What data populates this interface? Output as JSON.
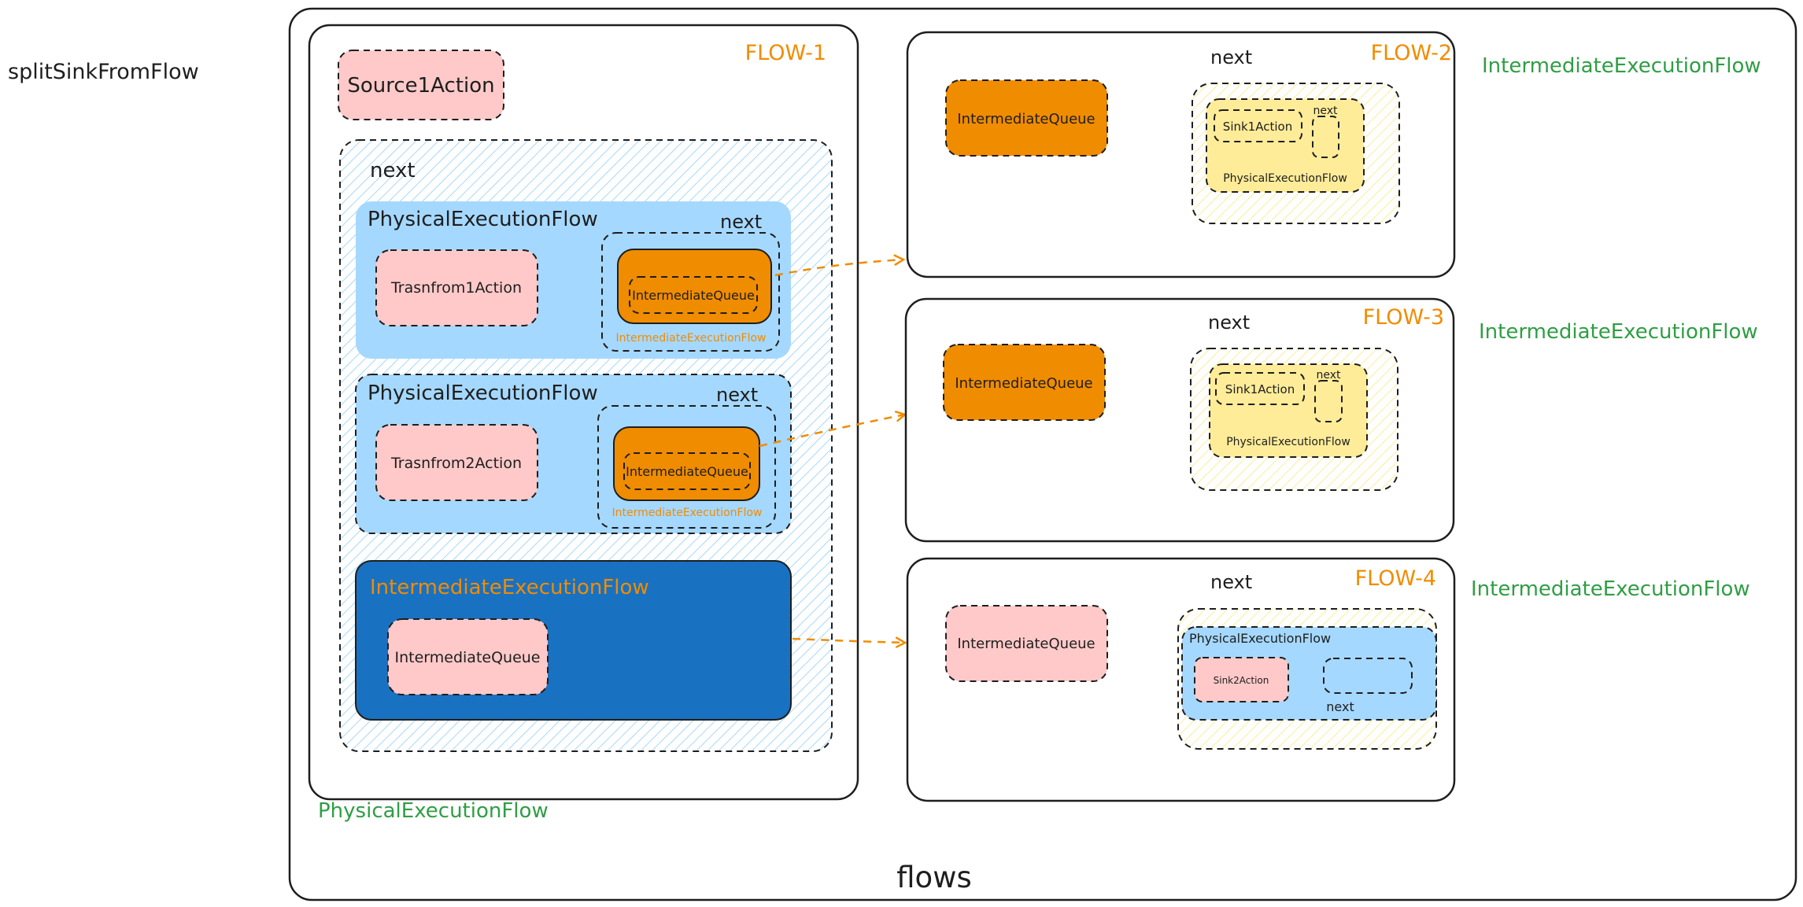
{
  "labels": {
    "page_label": "splitSinkFromFlow",
    "flows_label": "flows",
    "outer_label": "PhysicalExecutionFlow",
    "next": "next"
  },
  "flow1": {
    "title": "FLOW-1",
    "source": "Source1Action",
    "next_label": "next",
    "pef1": {
      "title": "PhysicalExecutionFlow",
      "next_label": "next",
      "action": "Trasnfrom1Action",
      "queue": "IntermediateQueue",
      "flow_label": "IntermediateExecutionFlow"
    },
    "pef2": {
      "title": "PhysicalExecutionFlow",
      "next_label": "next",
      "action": "Trasnfrom2Action",
      "queue": "IntermediateQueue",
      "flow_label": "IntermediateExecutionFlow"
    },
    "ief": {
      "title": "IntermediateExecutionFlow",
      "queue": "IntermediateQueue"
    }
  },
  "flow2": {
    "title": "FLOW-2",
    "side_label": "IntermediateExecutionFlow",
    "next_label": "next",
    "queue": "IntermediateQueue",
    "sink": "Sink1Action",
    "inner_next": "next",
    "pef_label": "PhysicalExecutionFlow"
  },
  "flow3": {
    "title": "FLOW-3",
    "side_label": "IntermediateExecutionFlow",
    "next_label": "next",
    "queue": "IntermediateQueue",
    "sink": "Sink1Action",
    "inner_next": "next",
    "pef_label": "PhysicalExecutionFlow"
  },
  "flow4": {
    "title": "FLOW-4",
    "side_label": "IntermediateExecutionFlow",
    "next_label": "next",
    "queue": "IntermediateQueue",
    "pef_label": "PhysicalExecutionFlow",
    "sink": "Sink2Action",
    "inner_next": "next"
  },
  "colors": {
    "orange": "#f08c00",
    "green": "#2f9e44",
    "pink": "#ffc9c9",
    "light_blue": "#a5d8ff",
    "dark_blue": "#1971c2",
    "yellow": "#ffec99",
    "stroke": "#1e1e1e"
  }
}
